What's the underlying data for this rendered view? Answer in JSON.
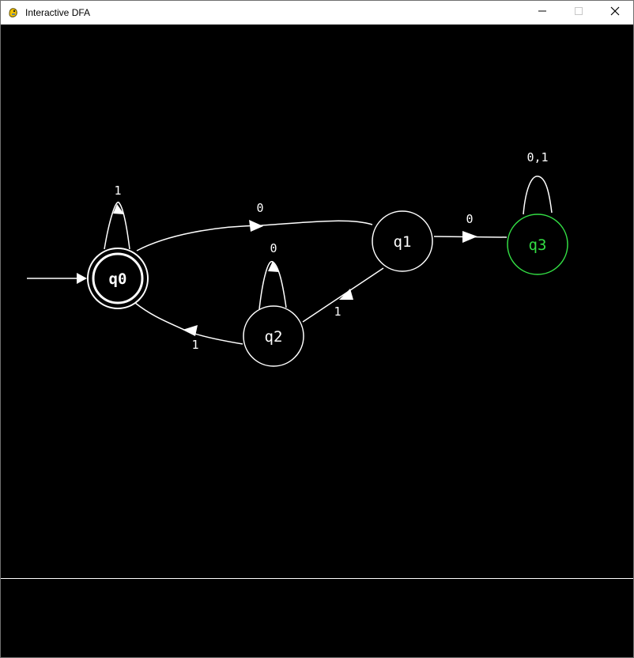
{
  "window": {
    "title": "Interactive DFA"
  },
  "icons": {
    "app": "pygame-snake-icon",
    "minimize": "minimize-icon",
    "maximize": "maximize-icon",
    "close": "close-icon"
  },
  "dfa": {
    "start_state": "q0",
    "accepting_states": [
      "q0"
    ],
    "highlighted_state": "q3",
    "states": [
      {
        "id": "q0",
        "label": "q0"
      },
      {
        "id": "q1",
        "label": "q1"
      },
      {
        "id": "q2",
        "label": "q2"
      },
      {
        "id": "q3",
        "label": "q3"
      }
    ],
    "transitions": [
      {
        "from": "q0",
        "to": "q0",
        "label": "1"
      },
      {
        "from": "q0",
        "to": "q1",
        "label": "0"
      },
      {
        "from": "q1",
        "to": "q3",
        "label": "0"
      },
      {
        "from": "q1",
        "to": "q2",
        "label": "1"
      },
      {
        "from": "q2",
        "to": "q2",
        "label": "0"
      },
      {
        "from": "q2",
        "to": "q0",
        "label": "1"
      },
      {
        "from": "q3",
        "to": "q3",
        "label": "0,1"
      }
    ]
  },
  "colors": {
    "background": "#000000",
    "state_stroke": "#ffffff",
    "highlight": "#33dd44"
  }
}
